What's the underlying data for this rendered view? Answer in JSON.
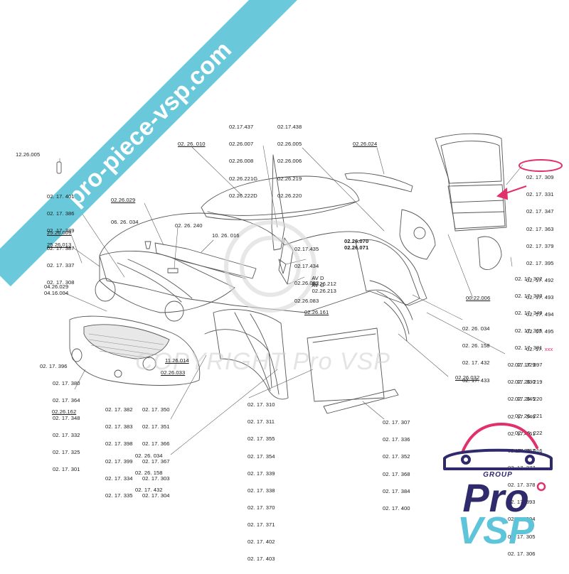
{
  "watermark": {
    "banner_text": "pro-piece-vsp.com",
    "copyright_text": "COPYRIGHT Pro VSP",
    "banner_color": "#5ec4d9"
  },
  "logo": {
    "group_text": "GROUP",
    "pro_text": "Pro",
    "vsp_text": "VSP",
    "pro_color": "#2e2a6b",
    "vsp_color": "#5ec4d9",
    "accent_color": "#e1306c"
  },
  "colors": {
    "line": "#555555",
    "highlight": "#e1306c"
  },
  "labels": {
    "p12_26_005": "12.26.005",
    "grp_fender_left": [
      "02. 17. 401",
      "02. 17. 386",
      "02. 17. 389",
      "02. 17. 387",
      "02. 17. 337",
      "02. 17. 308"
    ],
    "p02_26_029": "02.26.029",
    "p06_26_034": "06. 26. 034",
    "p25_26_009": "25.26.009",
    "p25_26_013": "25.26.013",
    "p02_26_240": "02. 26. 240",
    "p10_26_016": "10. 26. 016",
    "grp_glass": [
      "02.17.437",
      "02.26.007",
      "02.26.008",
      "02.26.221G",
      "02.26.222D"
    ],
    "grp_pillar": [
      "02.17.438",
      "02.26.005",
      "02.26.006",
      "02.26.219",
      "02.26.220"
    ],
    "p02_26_010": "02. 26. 010",
    "p02_26_024": "02.26.024",
    "grp_vent": [
      "02.17.435",
      "02.17.434",
      "02.26.082",
      "02.26.083"
    ],
    "p02_26_070": "02.26.070",
    "p02_26_071": "02.26.071",
    "av_d_prefix": "AV D",
    "av_d_part": "02.26.212",
    "av_g_prefix": "AV G",
    "av_g_part": "02.26.213",
    "p02_26_161": "02.26.161",
    "p04_26_029": "04.26.029",
    "p04_16_004": "04.16.004",
    "grp_tailgate_first": "02. 17. 309",
    "grp_tailgate": [
      "02. 17. 331",
      "02. 17. 347",
      "02. 17. 363",
      "02. 17. 379",
      "02. 17. 395",
      "02. 17. 492",
      "02. 17. 493",
      "02. 17. 494",
      "02. 17. 495"
    ],
    "grp_tailgate_last_prefix": "02. 17.",
    "grp_tailgate_last_suffix": "xxx",
    "grp_rear_right": [
      "02. 17. 302",
      "02. 17. 333",
      "02. 17. 349",
      "02. 17. 365",
      "02. 17. 381",
      "02. 17. 397",
      "02. 26. 219",
      "02. 26. 220",
      "02. 26. 221",
      "02. 26. 222",
      "10. 26. 016"
    ],
    "p00_22_006": "00.22.006",
    "grp_wheel_arch": [
      "02. 26. 034",
      "02. 26. 158",
      "02. 17. 432",
      "02. 17. 433"
    ],
    "grp_bumper_front": [
      "02. 17. 396",
      "02. 17. 380",
      "02. 17. 364",
      "02. 17. 348",
      "02. 17. 332",
      "02. 17. 325",
      "02. 17. 301"
    ],
    "p02_26_162": "02.26.162",
    "grp_grille_a": [
      "02. 17. 382",
      "02. 17. 383",
      "02. 17. 398",
      "02. 17. 399",
      "02. 17. 334",
      "02. 17. 335"
    ],
    "grp_grille_b": [
      "02. 17. 350",
      "02. 17. 351",
      "02. 17. 366",
      "02. 17. 367",
      "02. 17. 303",
      "02. 17. 304"
    ],
    "p11_26_014": "11.26.014",
    "p02_26_033": "02.26.033",
    "grp_arch_lower": [
      "02. 26. 034",
      "02. 26. 158",
      "02. 17. 432"
    ],
    "grp_door": [
      "02. 17. 310",
      "02. 17. 311",
      "02. 17. 355",
      "02. 17. 354",
      "02. 17. 339",
      "02. 17. 338",
      "02. 17. 370",
      "02. 17. 371",
      "02. 17. 402",
      "02. 17. 403"
    ],
    "p02_26_032": "02.26.032",
    "grp_sill": [
      "02. 17. 307",
      "02. 17. 336",
      "02. 17. 352",
      "02. 17. 368",
      "02. 17. 384",
      "02. 17. 400"
    ],
    "grp_rear_bumper": [
      "02. 17. 329",
      "02. 17. 330",
      "02. 17. 345",
      "02. 17. 346",
      "02. 17. 361",
      "02. 17. 362",
      "02. 17. 377",
      "02. 17. 378",
      "02. 17. 393",
      "02. 17. 394",
      "02. 17. 305",
      "02. 17. 306"
    ]
  }
}
